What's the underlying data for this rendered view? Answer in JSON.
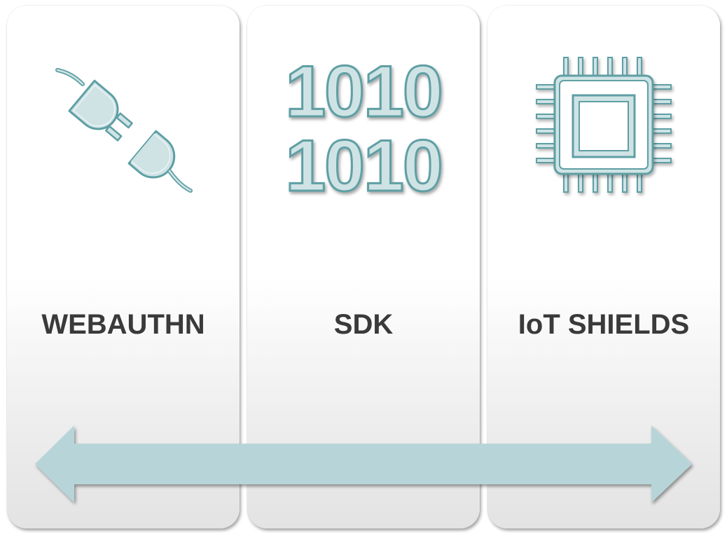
{
  "diagram": {
    "panels": [
      {
        "label": "WEBAUTHN",
        "icon": "plug-connector-icon"
      },
      {
        "label": "SDK",
        "icon": "binary-code-icon"
      },
      {
        "label": "IoT SHIELDS",
        "icon": "microchip-icon"
      }
    ],
    "binary_rows": [
      "1010",
      "1010"
    ],
    "arrow": {
      "direction": "bidirectional",
      "fill_color": "#b7d5d8"
    },
    "colors": {
      "icon_fill": "#cfe3e5",
      "icon_stroke": "#5e9fa4",
      "label_text": "#3a3a3a"
    }
  }
}
